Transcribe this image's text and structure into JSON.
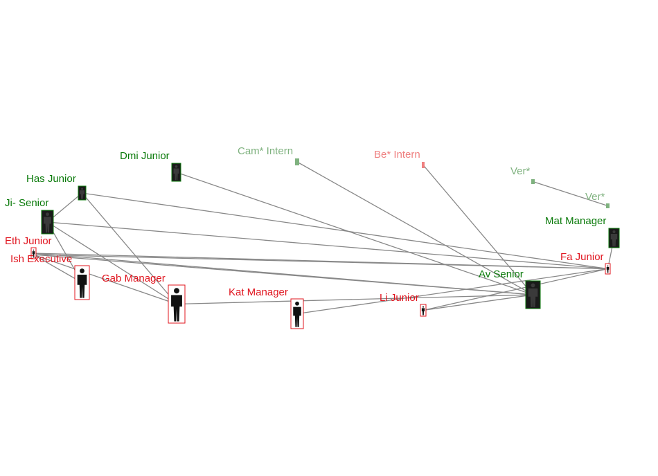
{
  "colors": {
    "green": "#0a7a0a",
    "red": "#e0141e",
    "light_green": "#7fb27f",
    "light_red": "#ef8080",
    "edge": "#888888",
    "figure": "#111111"
  },
  "nodes": [
    {
      "id": "dmi",
      "label": "Dmi Junior",
      "group": "green",
      "icon": "person-icon"
    },
    {
      "id": "cam",
      "label": "Cam* Intern",
      "group": "light_green",
      "icon": "person-icon"
    },
    {
      "id": "be",
      "label": "Be* Intern",
      "group": "light_red",
      "icon": "person-icon"
    },
    {
      "id": "has",
      "label": "Has Junior",
      "group": "green",
      "icon": "person-icon"
    },
    {
      "id": "ver1",
      "label": "Ver*",
      "group": "light_green",
      "icon": "person-icon"
    },
    {
      "id": "ver2",
      "label": "Ver*",
      "group": "light_green",
      "icon": "person-icon"
    },
    {
      "id": "ji",
      "label": "Ji- Senior",
      "group": "green",
      "icon": "person-icon"
    },
    {
      "id": "mat",
      "label": "Mat Manager",
      "group": "green",
      "icon": "person-icon"
    },
    {
      "id": "eth",
      "label": "Eth Junior",
      "group": "red",
      "icon": "person-icon"
    },
    {
      "id": "fa",
      "label": "Fa Junior",
      "group": "red",
      "icon": "person-icon"
    },
    {
      "id": "ish",
      "label": "Ish Executive",
      "group": "red",
      "icon": "person-icon"
    },
    {
      "id": "av",
      "label": "Av Senior",
      "group": "green",
      "icon": "person-icon"
    },
    {
      "id": "gab",
      "label": "Gab Manager",
      "group": "red",
      "icon": "person-icon"
    },
    {
      "id": "kat",
      "label": "Kat Manager",
      "group": "red",
      "icon": "person-icon"
    },
    {
      "id": "li",
      "label": "Li Junior",
      "group": "red",
      "icon": "person-icon"
    },
    {
      "id": "p1",
      "label": "",
      "group": "red",
      "icon": "person-icon"
    },
    {
      "id": "p2",
      "label": "",
      "group": "red",
      "icon": "person-icon"
    }
  ],
  "edges": [
    [
      "dmi",
      "av"
    ],
    [
      "cam",
      "av"
    ],
    [
      "be",
      "av"
    ],
    [
      "ver1",
      "ver2"
    ],
    [
      "has",
      "ji"
    ],
    [
      "has",
      "fa"
    ],
    [
      "has",
      "p2"
    ],
    [
      "ji",
      "fa"
    ],
    [
      "ji",
      "p1"
    ],
    [
      "ji",
      "p2"
    ],
    [
      "eth",
      "fa"
    ],
    [
      "eth",
      "av"
    ],
    [
      "ish",
      "p1"
    ],
    [
      "ish",
      "p2"
    ],
    [
      "ish",
      "fa"
    ],
    [
      "ish",
      "av"
    ],
    [
      "p2",
      "av"
    ],
    [
      "kat",
      "fa"
    ],
    [
      "li",
      "fa"
    ],
    [
      "mat",
      "fa"
    ],
    [
      "li",
      "av"
    ]
  ]
}
